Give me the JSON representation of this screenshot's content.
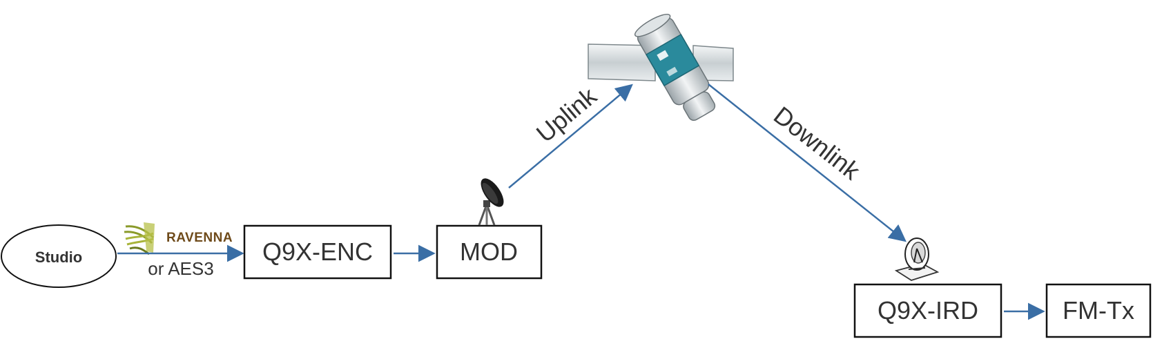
{
  "nodes": {
    "studio": "Studio",
    "encoder": "Q9X-ENC",
    "modulator": "MOD",
    "receiver": "Q9X-IRD",
    "transmitter": "FM-Tx"
  },
  "input": {
    "ravenna_logo_text": "RAVENNA",
    "alt_text": "or AES3"
  },
  "links": {
    "uplink": "Uplink",
    "downlink": "Downlink"
  },
  "colors": {
    "arrow": "#3a6ea5",
    "box_stroke": "#111111",
    "text": "#333333",
    "satellite_body": "#2a8a9c",
    "logo_green": "#8a9a2a",
    "logo_brown": "#6e4a1a"
  },
  "icons": {
    "satellite": "satellite-icon",
    "uplink_dish": "uplink-dish-icon",
    "downlink_dish": "downlink-dish-icon",
    "ravenna_logo": "ravenna-logo"
  }
}
